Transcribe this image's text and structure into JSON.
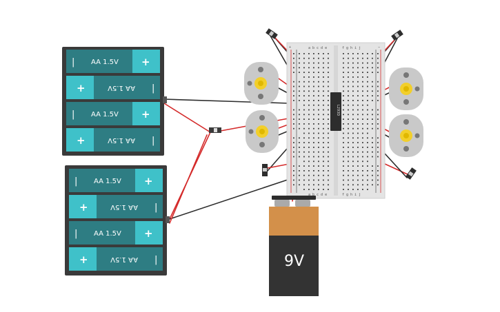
{
  "pack_top": {
    "cells": [
      {
        "label": "AA 1.5V",
        "plus": "+",
        "minus": "|"
      },
      {
        "label": "AA 1.5V",
        "plus": "+",
        "minus": "|"
      },
      {
        "label": "AA 1.5V",
        "plus": "+",
        "minus": "|"
      },
      {
        "label": "AA 1.5V",
        "plus": "+",
        "minus": "|"
      }
    ]
  },
  "pack_bottom": {
    "cells": [
      {
        "label": "AA 1.5V",
        "plus": "+",
        "minus": "|"
      },
      {
        "label": "AA 1.5V",
        "plus": "+",
        "minus": "|"
      },
      {
        "label": "AA 1.5V",
        "plus": "+",
        "minus": "|"
      },
      {
        "label": "AA 1.5V",
        "plus": "+",
        "minus": "|"
      }
    ]
  },
  "battery_9v": {
    "label": "9V"
  },
  "driver_ic": {
    "label": "L293D"
  },
  "breadboard": {
    "columns_left": "a b c d e",
    "columns_right": "f g h i j",
    "rail_plus": "+",
    "rail_minus": "−"
  },
  "colors": {
    "cell_dark": "#2e7d83",
    "cell_light": "#3fc1c9",
    "holder": "#3a3a3a",
    "wire_red": "#d42a2a",
    "wire_black": "#2d2d2d",
    "battery_9v_top": "#d3904a",
    "battery_9v_body": "#333333",
    "motor_body": "#c9c9c9",
    "motor_shaft": "#f2cf2a",
    "breadboard": "#e4e4e4"
  }
}
